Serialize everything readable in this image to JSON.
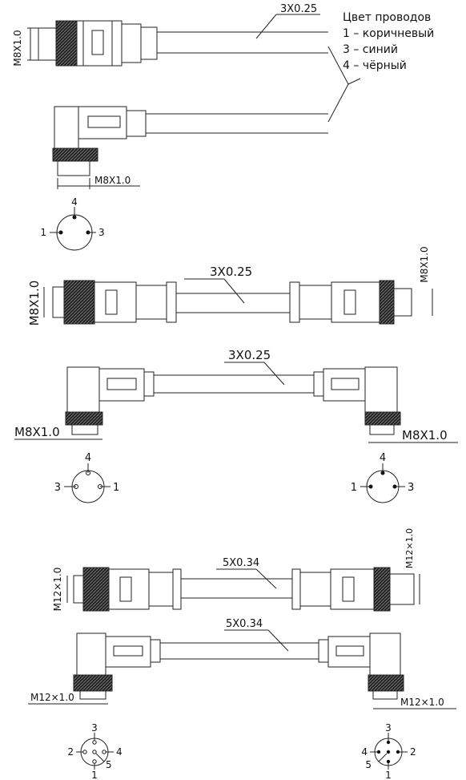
{
  "legend": {
    "title": "Цвет проводов",
    "items": [
      "1 – коричневый",
      "3 – синий",
      "4 – чёрный"
    ]
  },
  "labels": {
    "cable_3x025": "3X0.25",
    "cable_5x034": "5X0.34",
    "thread_m8": "M8X1.0",
    "thread_m12": "M12×1.0"
  },
  "pins": {
    "p1": "1",
    "p2": "2",
    "p3": "3",
    "p4": "4",
    "p5": "5"
  }
}
